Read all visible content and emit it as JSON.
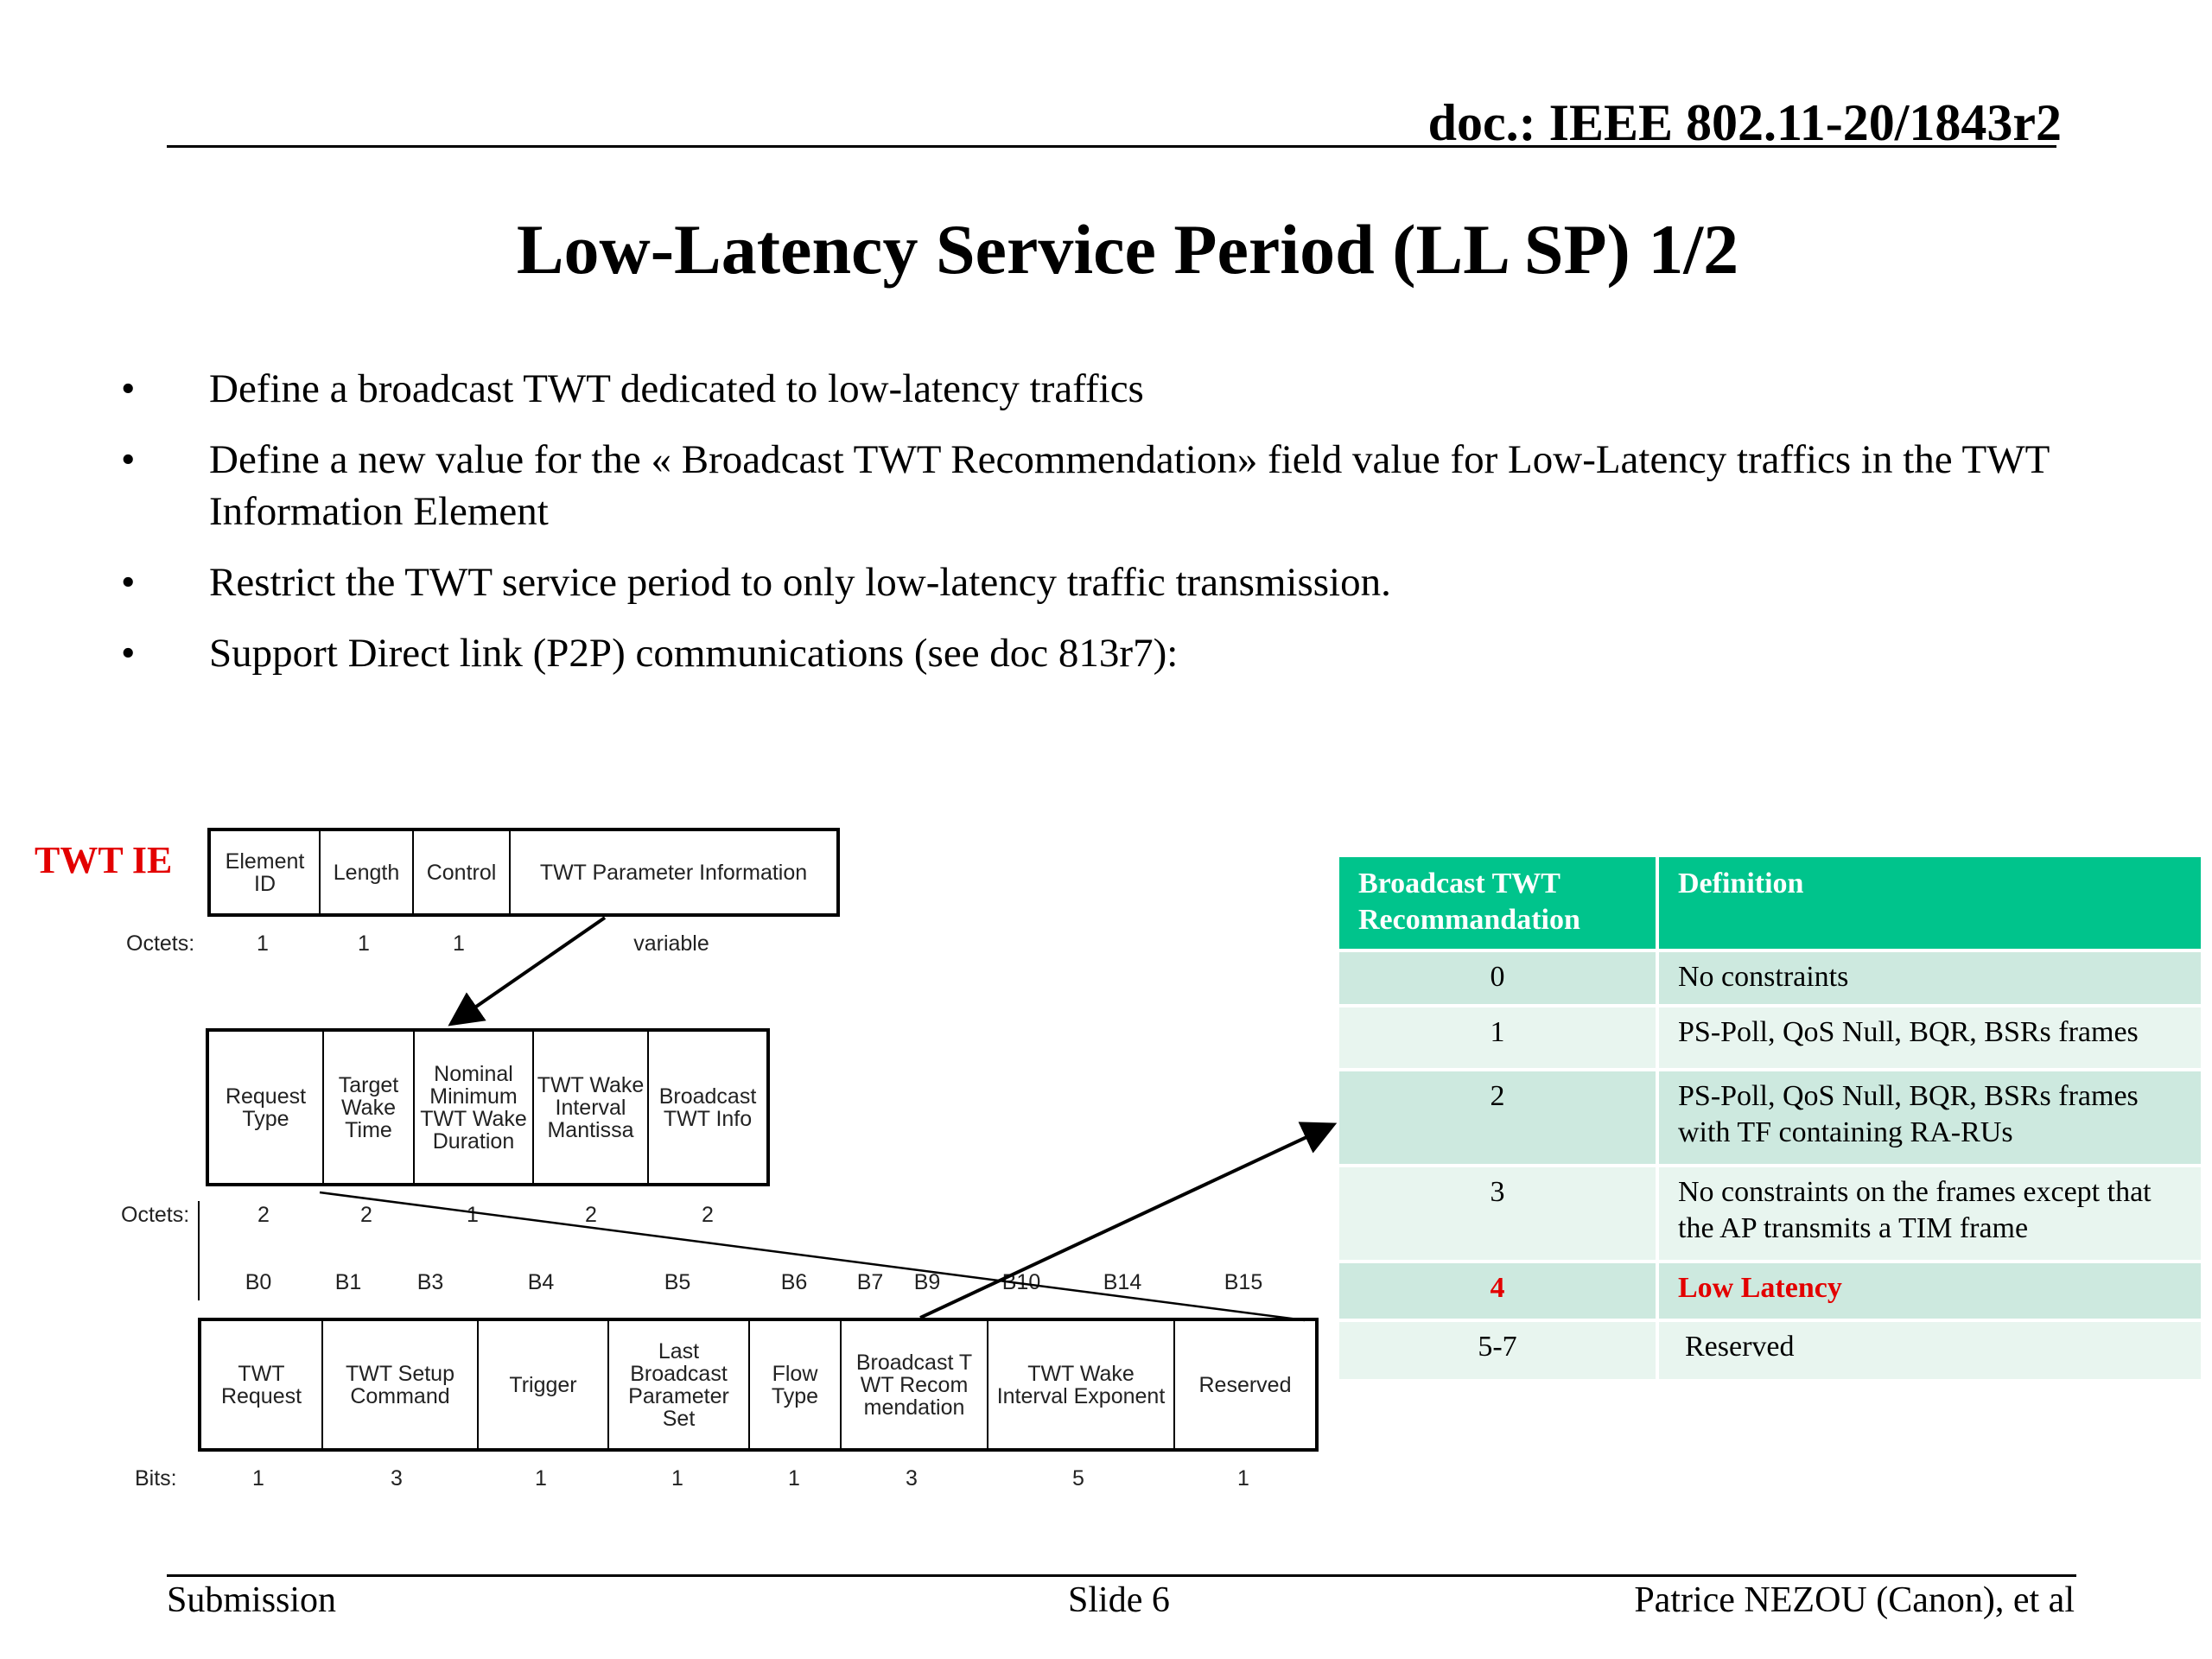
{
  "header": {
    "doc_id": "doc.: IEEE 802.11-20/1843r2"
  },
  "title": "Low-Latency Service Period (LL SP) 1/2",
  "bullets": [
    "Define a broadcast TWT dedicated to low-latency traffics",
    "Define a new value for the «  Broadcast TWT Recommendation» field value for Low-Latency traffics in the TWT Information Element",
    "Restrict the TWT service period to only low-latency traffic transmission.",
    "Support Direct link (P2P) communications (see doc 813r7):"
  ],
  "bullet_symbol": "•",
  "diagram": {
    "label": "TWT IE",
    "ie_fields": [
      "Element ID",
      "Length",
      "Control",
      "TWT Parameter Information"
    ],
    "ie_octets_label": "Octets:",
    "ie_octets": [
      "1",
      "1",
      "1",
      "variable"
    ],
    "param_fields": [
      "Request Type",
      "Target Wake Time",
      "Nominal Minimum TWT Wake Duration",
      "TWT Wake Interval Mantissa",
      "Broadcast TWT Info"
    ],
    "param_octets_label": "Octets:",
    "param_octets": [
      "2",
      "2",
      "1",
      "2",
      "2"
    ],
    "bit_labels": [
      "B0",
      "B1",
      "B3",
      "B4",
      "B5",
      "B6",
      "B7",
      "B9",
      "B10",
      "B14",
      "B15"
    ],
    "req_fields": [
      "TWT Request",
      "TWT Setup Command",
      "Trigger",
      "Last Broadcast Parameter Set",
      "Flow Type",
      "Broadcast TWT Recommendation",
      "TWT Wake Interval Exponent",
      "Reserved"
    ],
    "req_bits_label": "Bits:",
    "req_bits": [
      "1",
      "3",
      "1",
      "1",
      "1",
      "3",
      "5",
      "1"
    ]
  },
  "table": {
    "headers": [
      "Broadcast TWT Recommandation",
      "Definition"
    ],
    "rows": [
      {
        "value": "0",
        "definition": "No constraints"
      },
      {
        "value": "1",
        "definition": "PS-Poll, QoS Null, BQR, BSRs frames"
      },
      {
        "value": "2",
        "definition": "PS-Poll, QoS Null, BQR, BSRs frames with TF containing RA-RUs"
      },
      {
        "value": "3",
        "definition": "No constraints on the frames except that the AP transmits a TIM frame"
      },
      {
        "value": "4",
        "definition": "Low Latency"
      },
      {
        "value": "5-7",
        "definition": "Reserved"
      }
    ],
    "highlight_color": "#e30000",
    "header_color": "#00c48c"
  },
  "footer": {
    "left": "Submission",
    "center": "Slide 6",
    "right": "Patrice NEZOU (Canon), et al"
  }
}
